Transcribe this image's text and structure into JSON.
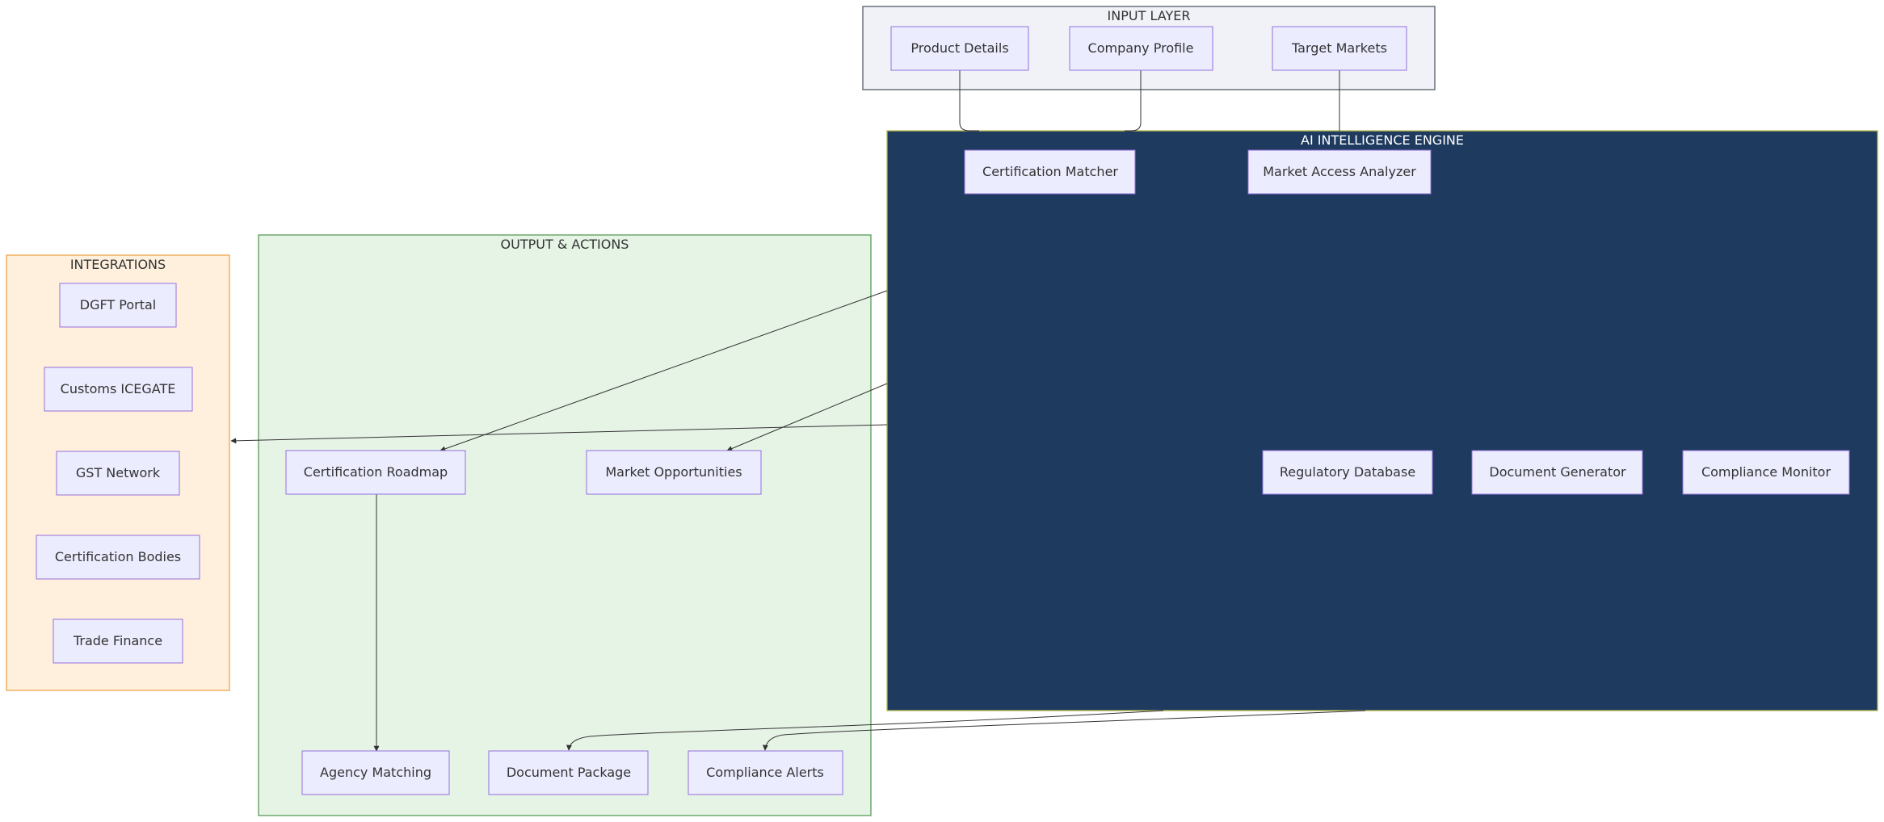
{
  "diagram": {
    "clusters": {
      "input": {
        "title": "INPUT LAYER",
        "fill": "#f1f2f8",
        "stroke": "#555a66"
      },
      "engine": {
        "title": "AI INTELLIGENCE ENGINE",
        "fill": "#1e3a5f",
        "stroke": "#b5b84a",
        "title_color": "#ffffff"
      },
      "output": {
        "title": "OUTPUT & ACTIONS",
        "fill": "#e6f4e6",
        "stroke": "#5a9a58"
      },
      "integrations": {
        "title": "INTEGRATIONS",
        "fill": "#fff0de",
        "stroke": "#eda64a"
      }
    },
    "nodes": {
      "product_details": "Product Details",
      "company_profile": "Company Profile",
      "target_markets": "Target Markets",
      "certification_matcher": "Certification Matcher",
      "market_access_analyzer": "Market Access Analyzer",
      "regulatory_database": "Regulatory Database",
      "document_generator": "Document Generator",
      "compliance_monitor": "Compliance Monitor",
      "certification_roadmap": "Certification Roadmap",
      "market_opportunities": "Market Opportunities",
      "agency_matching": "Agency Matching",
      "document_package": "Document Package",
      "compliance_alerts": "Compliance Alerts",
      "dgft_portal": "DGFT Portal",
      "customs_icegate": "Customs ICEGATE",
      "gst_network": "GST Network",
      "certification_bodies": "Certification Bodies",
      "trade_finance": "Trade Finance"
    },
    "node_style": {
      "fill": "#ececff",
      "stroke": "#9370db"
    },
    "edge_color": "#333333"
  }
}
